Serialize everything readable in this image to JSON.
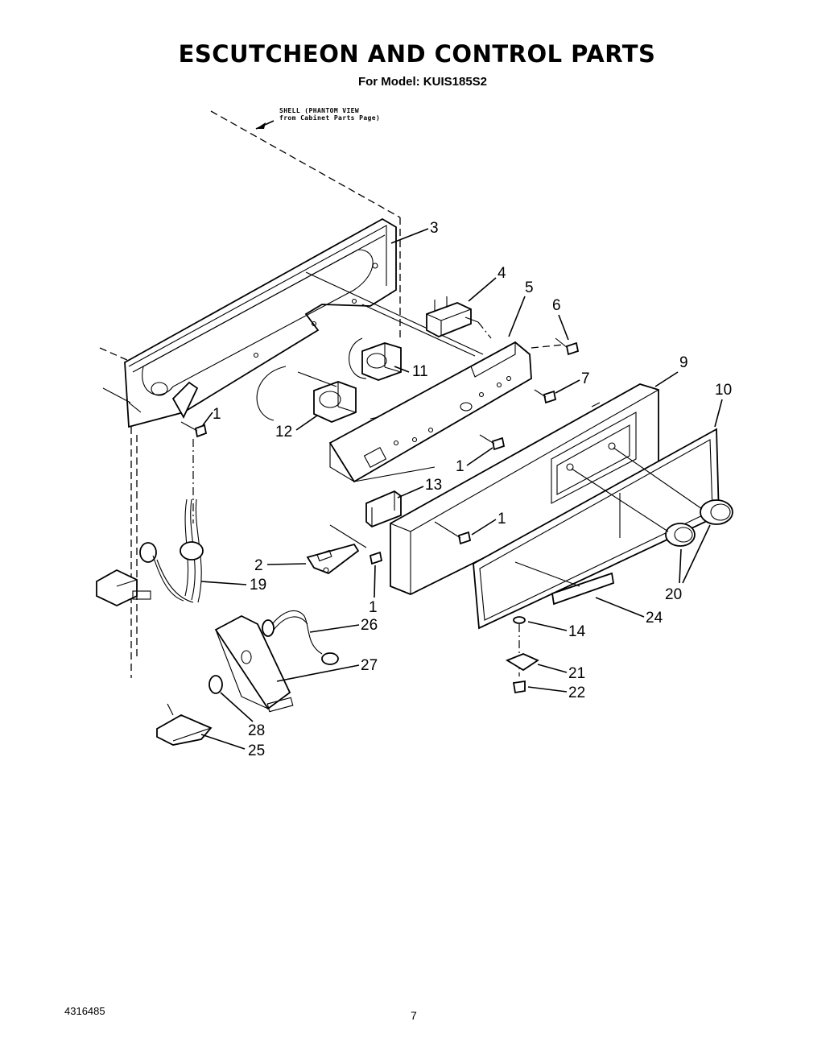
{
  "header": {
    "title": "ESCUTCHEON AND CONTROL PARTS",
    "model_line": "For Model: KUIS185S2"
  },
  "shell_note": {
    "line1": "SHELL (PHANTOM VIEW",
    "line2": "from Cabinet Parts Page)"
  },
  "callouts": {
    "c1a": "1",
    "c1b": "1",
    "c1c": "1",
    "c1d": "1",
    "c2": "2",
    "c3": "3",
    "c4": "4",
    "c5": "5",
    "c6": "6",
    "c7": "7",
    "c9": "9",
    "c10": "10",
    "c11": "11",
    "c12": "12",
    "c13": "13",
    "c14": "14",
    "c19": "19",
    "c20": "20",
    "c21": "21",
    "c22": "22",
    "c24": "24",
    "c25": "25",
    "c26": "26",
    "c27": "27",
    "c28": "28"
  },
  "footer": {
    "doc_number": "4316485",
    "page_number": "7"
  }
}
